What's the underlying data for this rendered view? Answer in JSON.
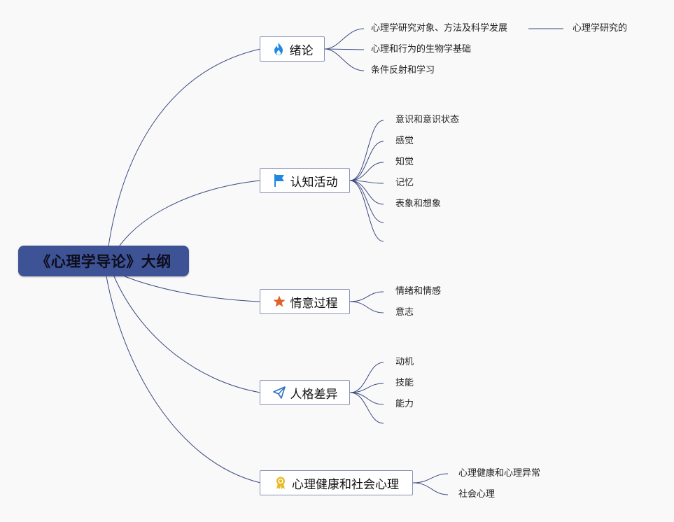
{
  "root": {
    "title": "《心理学导论》大纲"
  },
  "branches": [
    {
      "label": "绪论",
      "icon": "flame-icon",
      "children": [
        "心理学研究对象、方法及科学发展",
        "心理和行为的生物学基础",
        "条件反射和学习"
      ],
      "sub": {
        "label": "心理学研究的"
      }
    },
    {
      "label": "认知活动",
      "icon": "flag-icon",
      "children": [
        "意识和意识状态",
        "感觉",
        "知觉",
        "记忆",
        "表象和想象",
        "",
        ""
      ]
    },
    {
      "label": "情意过程",
      "icon": "star-icon",
      "children": [
        "情绪和情感",
        "意志"
      ]
    },
    {
      "label": "人格差异",
      "icon": "paper-plane-icon",
      "children": [
        "动机",
        "技能",
        "能力",
        ""
      ]
    },
    {
      "label": "心理健康和社会心理",
      "icon": "award-ribbon-icon",
      "children": [
        "心理健康和心理异常",
        "社会心理"
      ]
    }
  ],
  "colors": {
    "root_fill": "#3e5395",
    "connector": "#3c4a82",
    "flame": "#1e88e5",
    "flag": "#1e88e5",
    "star": "#e0622a",
    "plane": "#2a6fc7",
    "ribbon": "#e8b923"
  }
}
